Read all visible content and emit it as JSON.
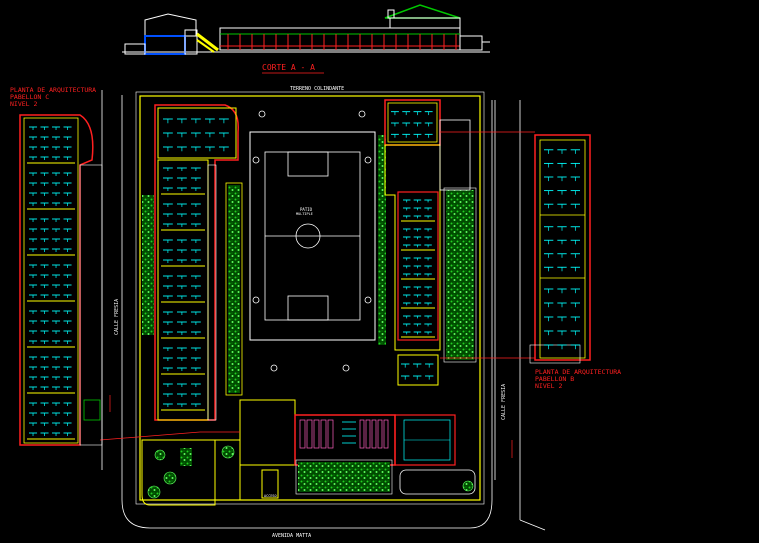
{
  "section_title": "CORTE  A - A",
  "labels": {
    "terreno": "TERRENO COLINDANTE",
    "avenida": "AVENIDA MATTA",
    "calle_left": "CALLE FRESIA",
    "calle_right": "CALLE FRESIA",
    "patio": "PATIO",
    "patio_sub": "MULTIPLE",
    "acceso": "ACCESO"
  },
  "pabellon_c": {
    "line1": "PLANTA DE ARQUITECTURA",
    "line2": "PABELLON C",
    "line3": "NIVEL 2"
  },
  "pabellon_b": {
    "line1": "PLANTA DE ARQUITECTURA",
    "line2": "PABELLON B",
    "line3": "NIVEL 2"
  },
  "colors": {
    "background": "#000000",
    "walls": "#ffff00",
    "furniture": "#00ffff",
    "vegetation": "#00c800",
    "annotation": "#ff2020",
    "outline": "#ffffff",
    "pink": "#ff60c0"
  }
}
